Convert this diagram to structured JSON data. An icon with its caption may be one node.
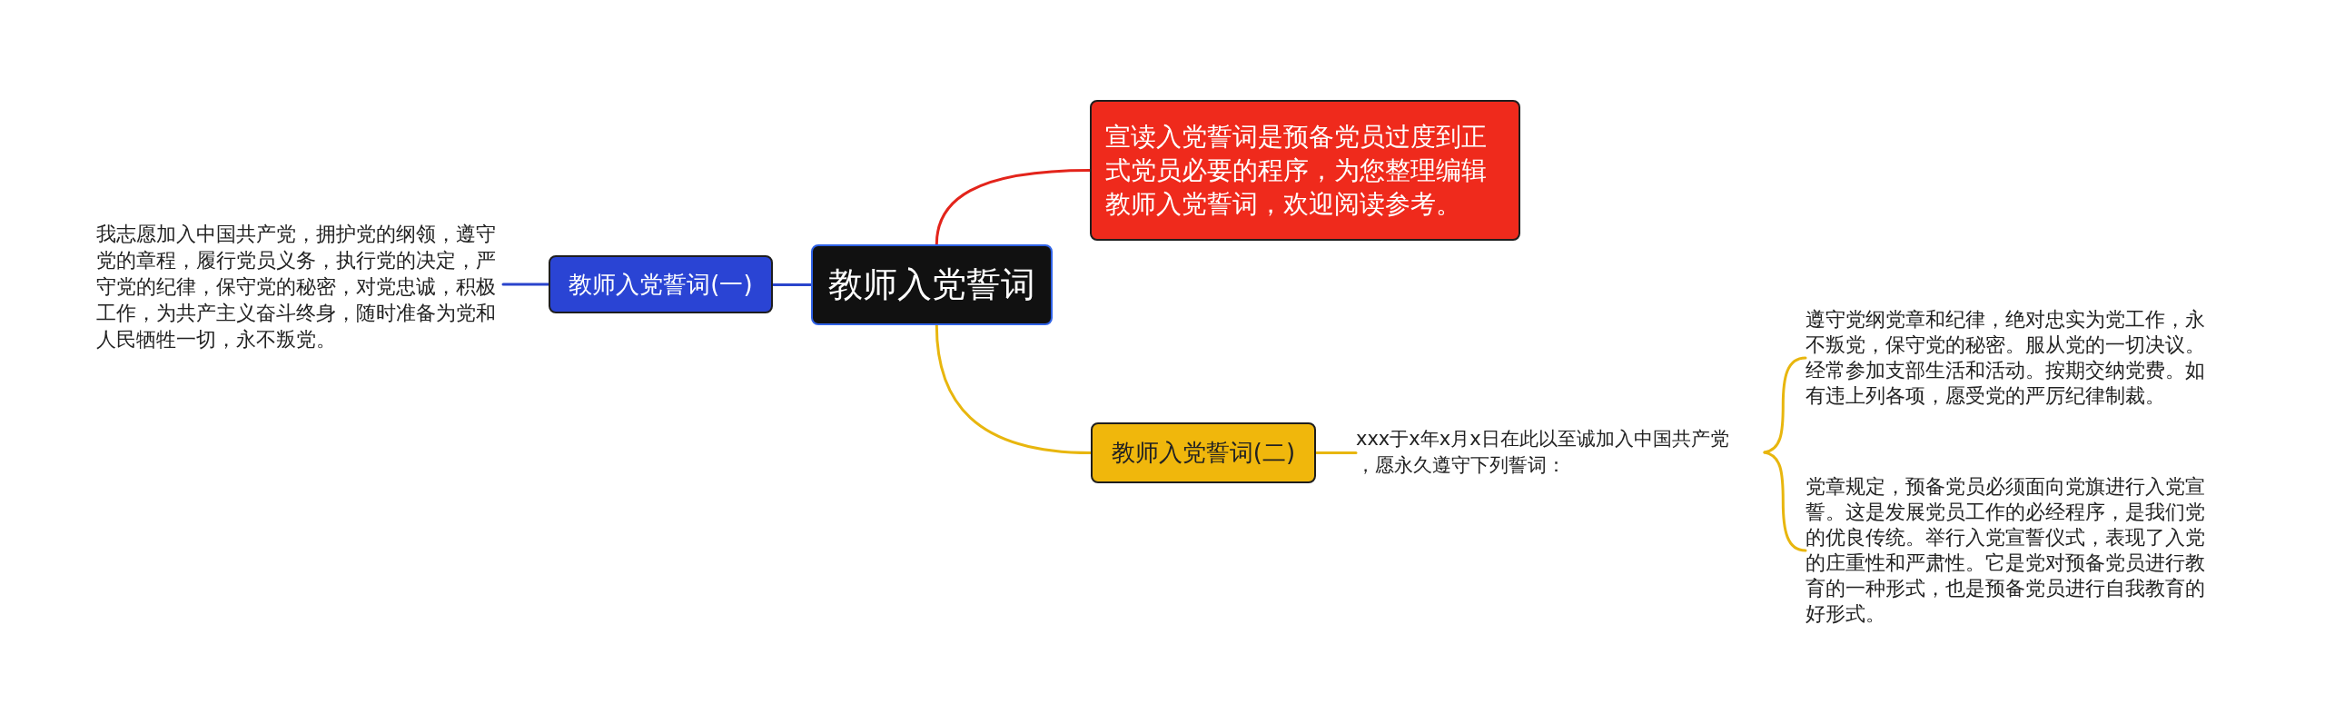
{
  "diagram": {
    "nodes": [
      {
        "text": [
          "教师入党誓词"
        ]
      },
      {
        "text": [
          "宣读入党誓词是预备党员过度到正式党员必要的程序，为您整理编辑教师入党誓词，欢迎阅读参考。"
        ]
      },
      {
        "text": [
          "教师入党誓词(一)"
        ]
      },
      {
        "text": [
          "我志愿加入中国共产党，拥护党的纲领，遵守党的章程，履行党员义务，执行党的决定，严守党的纪律，保守党的秘密，对党忠诚，积极工作，为共产主义奋斗终身，随时准备为党和人民牺牲一切，永不叛党。"
        ]
      },
      {
        "text": [
          "教师入党誓词(二)"
        ]
      },
      {
        "text": [
          "xxx于x年x月x日在此以至诚加入中国共产党，愿永久遵守下列誓词："
        ]
      },
      {
        "text": [
          "遵守党纲党章和纪律，绝对忠实为党工作，永不叛党，保守党的秘密。服从党的一切决议。经常参加支部生活和活动。按期交纳党费。如有违上列各项，愿受党的严厉纪律制裁。"
        ]
      },
      {
        "text": [
          "党章规定，预备党员必须面向党旗进行入党宣誓。这是发展党员工作的必经程序，是我们党的优良传统。举行入党宣誓仪式，表现了入党的庄重性和严肃性。它是党对预备党员进行教育的一种形式，也是预备党员进行自我教育的好形式。"
        ]
      }
    ],
    "edges": [
      {
        "from": 0,
        "to": 1,
        "arrow": "none",
        "color": "#e3241b"
      },
      {
        "from": 0,
        "to": 2,
        "arrow": "none",
        "color": "#2a44cc"
      },
      {
        "from": 2,
        "to": 3,
        "arrow": "none",
        "color": "#2a44cc"
      },
      {
        "from": 0,
        "to": 4,
        "arrow": "none"
      },
      {
        "from": 4,
        "to": 5,
        "arrow": "none"
      },
      {
        "from": 5,
        "to": 6,
        "arrow": "none"
      },
      {
        "from": 5,
        "to": 7,
        "arrow": "none"
      }
    ]
  }
}
